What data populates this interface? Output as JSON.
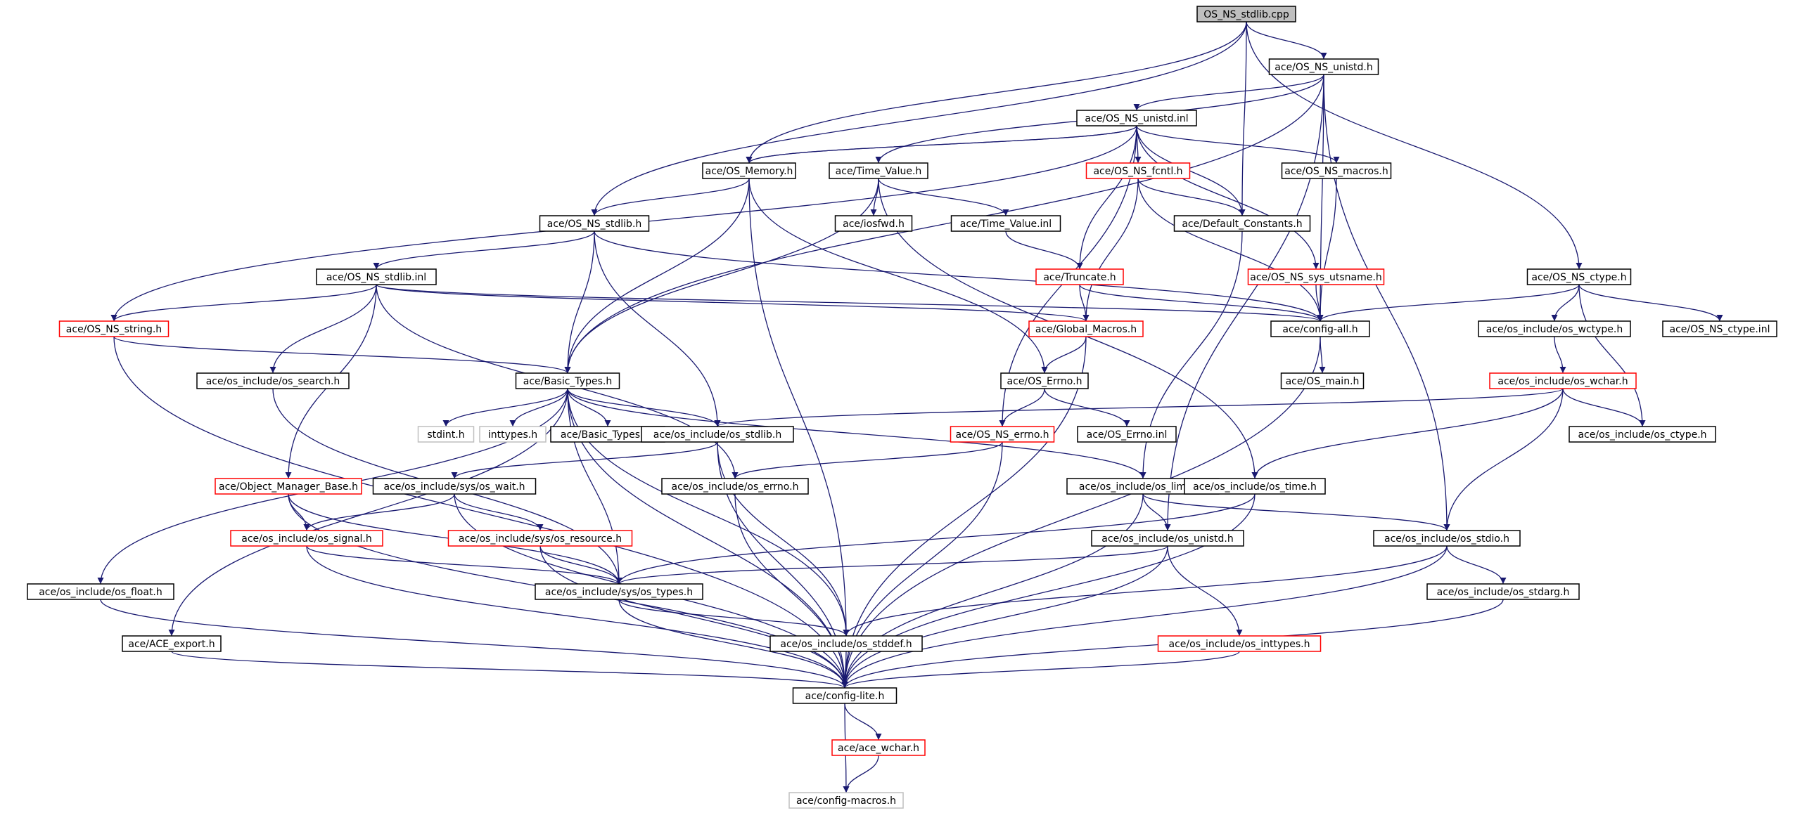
{
  "colors": {
    "edge": "#191970",
    "node_normal": "#000000",
    "node_red": "#ff0000",
    "node_grey": "#bfbfbf",
    "root_fill": "#bfbfbf",
    "fill": "#ffffff"
  },
  "nodes": [
    {
      "id": "root",
      "label": "OS_NS_stdlib.cpp",
      "style": "root"
    },
    {
      "id": "unistd_h",
      "label": "ace/OS_NS_unistd.h",
      "style": "normal"
    },
    {
      "id": "unistd_inl",
      "label": "ace/OS_NS_unistd.inl",
      "style": "normal"
    },
    {
      "id": "os_memory",
      "label": "ace/OS_Memory.h",
      "style": "normal"
    },
    {
      "id": "time_value",
      "label": "ace/Time_Value.h",
      "style": "normal"
    },
    {
      "id": "ns_fcntl",
      "label": "ace/OS_NS_fcntl.h",
      "style": "red"
    },
    {
      "id": "ns_macros",
      "label": "ace/OS_NS_macros.h",
      "style": "normal"
    },
    {
      "id": "ns_stdlib_h",
      "label": "ace/OS_NS_stdlib.h",
      "style": "normal"
    },
    {
      "id": "iosfwd",
      "label": "ace/iosfwd.h",
      "style": "normal"
    },
    {
      "id": "time_value_inl",
      "label": "ace/Time_Value.inl",
      "style": "normal"
    },
    {
      "id": "default_constants",
      "label": "ace/Default_Constants.h",
      "style": "normal"
    },
    {
      "id": "ns_stdlib_inl",
      "label": "ace/OS_NS_stdlib.inl",
      "style": "normal"
    },
    {
      "id": "truncate",
      "label": "ace/Truncate.h",
      "style": "red"
    },
    {
      "id": "sys_utsname",
      "label": "ace/OS_NS_sys_utsname.h",
      "style": "red"
    },
    {
      "id": "ns_ctype_h",
      "label": "ace/OS_NS_ctype.h",
      "style": "normal"
    },
    {
      "id": "ns_string",
      "label": "ace/OS_NS_string.h",
      "style": "red"
    },
    {
      "id": "global_macros",
      "label": "ace/Global_Macros.h",
      "style": "red"
    },
    {
      "id": "config_all",
      "label": "ace/config-all.h",
      "style": "normal"
    },
    {
      "id": "os_wctype",
      "label": "ace/os_include/os_wctype.h",
      "style": "normal"
    },
    {
      "id": "ns_ctype_inl",
      "label": "ace/OS_NS_ctype.inl",
      "style": "normal"
    },
    {
      "id": "os_search",
      "label": "ace/os_include/os_search.h",
      "style": "normal"
    },
    {
      "id": "basic_types",
      "label": "ace/Basic_Types.h",
      "style": "normal"
    },
    {
      "id": "os_errno_h",
      "label": "ace/OS_Errno.h",
      "style": "normal"
    },
    {
      "id": "os_main",
      "label": "ace/OS_main.h",
      "style": "normal"
    },
    {
      "id": "os_wchar",
      "label": "ace/os_include/os_wchar.h",
      "style": "red"
    },
    {
      "id": "stdint",
      "label": "stdint.h",
      "style": "grey"
    },
    {
      "id": "inttypes",
      "label": "inttypes.h",
      "style": "grey"
    },
    {
      "id": "basic_types_inl",
      "label": "ace/Basic_Types.inl",
      "style": "normal"
    },
    {
      "id": "os_stdlib",
      "label": "ace/os_include/os_stdlib.h",
      "style": "normal"
    },
    {
      "id": "ns_errno",
      "label": "ace/OS_NS_errno.h",
      "style": "red"
    },
    {
      "id": "os_errno_inl",
      "label": "ace/OS_Errno.inl",
      "style": "normal"
    },
    {
      "id": "os_ctype",
      "label": "ace/os_include/os_ctype.h",
      "style": "normal"
    },
    {
      "id": "obj_mgr_base",
      "label": "ace/Object_Manager_Base.h",
      "style": "red"
    },
    {
      "id": "os_wait",
      "label": "ace/os_include/sys/os_wait.h",
      "style": "normal"
    },
    {
      "id": "os_errno_inc",
      "label": "ace/os_include/os_errno.h",
      "style": "normal"
    },
    {
      "id": "os_limits",
      "label": "ace/os_include/os_limits.h",
      "style": "normal"
    },
    {
      "id": "os_time",
      "label": "ace/os_include/os_time.h",
      "style": "normal"
    },
    {
      "id": "os_signal",
      "label": "ace/os_include/os_signal.h",
      "style": "red"
    },
    {
      "id": "os_resource",
      "label": "ace/os_include/sys/os_resource.h",
      "style": "red"
    },
    {
      "id": "os_unistd",
      "label": "ace/os_include/os_unistd.h",
      "style": "normal"
    },
    {
      "id": "os_stdio",
      "label": "ace/os_include/os_stdio.h",
      "style": "normal"
    },
    {
      "id": "os_float",
      "label": "ace/os_include/os_float.h",
      "style": "normal"
    },
    {
      "id": "os_types",
      "label": "ace/os_include/sys/os_types.h",
      "style": "normal"
    },
    {
      "id": "os_stdarg",
      "label": "ace/os_include/os_stdarg.h",
      "style": "normal"
    },
    {
      "id": "ace_export",
      "label": "ace/ACE_export.h",
      "style": "normal"
    },
    {
      "id": "os_stddef",
      "label": "ace/os_include/os_stddef.h",
      "style": "normal"
    },
    {
      "id": "os_inttypes",
      "label": "ace/os_include/os_inttypes.h",
      "style": "red"
    },
    {
      "id": "config_lite",
      "label": "ace/config-lite.h",
      "style": "normal"
    },
    {
      "id": "ace_wchar",
      "label": "ace/ace_wchar.h",
      "style": "red"
    },
    {
      "id": "config_macros",
      "label": "ace/config-macros.h",
      "style": "grey"
    }
  ],
  "edges": [
    [
      "root",
      "unistd_h"
    ],
    [
      "root",
      "os_memory"
    ],
    [
      "root",
      "ns_stdlib_h"
    ],
    [
      "root",
      "default_constants"
    ],
    [
      "root",
      "ns_ctype_h"
    ],
    [
      "unistd_h",
      "unistd_inl"
    ],
    [
      "unistd_h",
      "time_value"
    ],
    [
      "unistd_h",
      "basic_types"
    ],
    [
      "unistd_h",
      "config_all"
    ],
    [
      "unistd_h",
      "os_stdio"
    ],
    [
      "unistd_h",
      "os_unistd"
    ],
    [
      "unistd_inl",
      "os_memory"
    ],
    [
      "unistd_inl",
      "ns_fcntl"
    ],
    [
      "unistd_inl",
      "ns_macros"
    ],
    [
      "unistd_inl",
      "default_constants"
    ],
    [
      "unistd_inl",
      "truncate"
    ],
    [
      "unistd_inl",
      "sys_utsname"
    ],
    [
      "unistd_inl",
      "ns_string"
    ],
    [
      "unistd_inl",
      "ns_errno"
    ],
    [
      "unistd_inl",
      "os_memory"
    ],
    [
      "os_memory",
      "ns_stdlib_h"
    ],
    [
      "os_memory",
      "basic_types"
    ],
    [
      "os_memory",
      "os_errno_h"
    ],
    [
      "os_memory",
      "os_stddef"
    ],
    [
      "time_value",
      "iosfwd"
    ],
    [
      "time_value",
      "time_value_inl"
    ],
    [
      "time_value",
      "basic_types"
    ],
    [
      "time_value",
      "os_time"
    ],
    [
      "ns_fcntl",
      "default_constants"
    ],
    [
      "ns_fcntl",
      "config_all"
    ],
    [
      "ns_fcntl",
      "global_macros"
    ],
    [
      "ns_macros",
      "config_all"
    ],
    [
      "ns_stdlib_h",
      "ns_stdlib_inl"
    ],
    [
      "ns_stdlib_h",
      "basic_types"
    ],
    [
      "ns_stdlib_h",
      "config_all"
    ],
    [
      "ns_stdlib_h",
      "os_stdlib"
    ],
    [
      "time_value_inl",
      "truncate"
    ],
    [
      "default_constants",
      "os_limits"
    ],
    [
      "ns_stdlib_inl",
      "ns_string"
    ],
    [
      "ns_stdlib_inl",
      "global_macros"
    ],
    [
      "ns_stdlib_inl",
      "config_all"
    ],
    [
      "ns_stdlib_inl",
      "os_search"
    ],
    [
      "ns_stdlib_inl",
      "obj_mgr_base"
    ],
    [
      "ns_stdlib_inl",
      "os_errno_inc"
    ],
    [
      "truncate",
      "global_macros"
    ],
    [
      "truncate",
      "config_all"
    ],
    [
      "sys_utsname",
      "config_all"
    ],
    [
      "ns_ctype_h",
      "config_all"
    ],
    [
      "ns_ctype_h",
      "os_wctype"
    ],
    [
      "ns_ctype_h",
      "ns_ctype_inl"
    ],
    [
      "ns_ctype_h",
      "os_ctype"
    ],
    [
      "ns_string",
      "basic_types"
    ],
    [
      "ns_string",
      "config_lite"
    ],
    [
      "global_macros",
      "os_errno_h"
    ],
    [
      "global_macros",
      "config_lite"
    ],
    [
      "config_all",
      "os_main"
    ],
    [
      "config_all",
      "config_lite"
    ],
    [
      "os_wctype",
      "os_wchar"
    ],
    [
      "os_search",
      "os_types"
    ],
    [
      "basic_types",
      "stdint"
    ],
    [
      "basic_types",
      "inttypes"
    ],
    [
      "basic_types",
      "basic_types_inl"
    ],
    [
      "basic_types",
      "os_stdlib"
    ],
    [
      "basic_types",
      "os_limits"
    ],
    [
      "basic_types",
      "os_float"
    ],
    [
      "basic_types",
      "ace_export"
    ],
    [
      "basic_types",
      "os_stddef"
    ],
    [
      "basic_types",
      "config_lite"
    ],
    [
      "basic_types",
      "os_types"
    ],
    [
      "os_errno_h",
      "ns_errno"
    ],
    [
      "os_errno_h",
      "os_errno_inl"
    ],
    [
      "os_wchar",
      "os_stdlib"
    ],
    [
      "os_wchar",
      "os_ctype"
    ],
    [
      "os_wchar",
      "os_time"
    ],
    [
      "os_wchar",
      "os_stdio"
    ],
    [
      "os_stdlib",
      "os_wait"
    ],
    [
      "os_stdlib",
      "os_stddef"
    ],
    [
      "os_stdlib",
      "config_lite"
    ],
    [
      "ns_errno",
      "os_errno_inc"
    ],
    [
      "ns_errno",
      "config_lite"
    ],
    [
      "obj_mgr_base",
      "os_signal"
    ],
    [
      "obj_mgr_base",
      "os_types"
    ],
    [
      "obj_mgr_base",
      "config_lite"
    ],
    [
      "os_wait",
      "os_signal"
    ],
    [
      "os_wait",
      "os_resource"
    ],
    [
      "os_wait",
      "config_lite"
    ],
    [
      "os_errno_inc",
      "config_lite"
    ],
    [
      "os_limits",
      "os_unistd"
    ],
    [
      "os_limits",
      "os_stdio"
    ],
    [
      "os_limits",
      "config_lite"
    ],
    [
      "os_time",
      "os_types"
    ],
    [
      "os_time",
      "config_lite"
    ],
    [
      "os_signal",
      "os_types"
    ],
    [
      "os_signal",
      "config_lite"
    ],
    [
      "os_resource",
      "os_types"
    ],
    [
      "os_resource",
      "config_lite"
    ],
    [
      "os_unistd",
      "os_types"
    ],
    [
      "os_unistd",
      "os_inttypes"
    ],
    [
      "os_unistd",
      "config_lite"
    ],
    [
      "os_stdio",
      "os_stddef"
    ],
    [
      "os_stdio",
      "os_stdarg"
    ],
    [
      "os_stdio",
      "config_lite"
    ],
    [
      "os_float",
      "config_lite"
    ],
    [
      "os_types",
      "os_stddef"
    ],
    [
      "os_types",
      "config_lite"
    ],
    [
      "os_stdarg",
      "config_lite"
    ],
    [
      "ace_export",
      "config_lite"
    ],
    [
      "os_stddef",
      "config_lite"
    ],
    [
      "os_inttypes",
      "config_lite"
    ],
    [
      "config_lite",
      "ace_wchar"
    ],
    [
      "config_lite",
      "config_macros"
    ],
    [
      "ace_wchar",
      "config_macros"
    ]
  ]
}
